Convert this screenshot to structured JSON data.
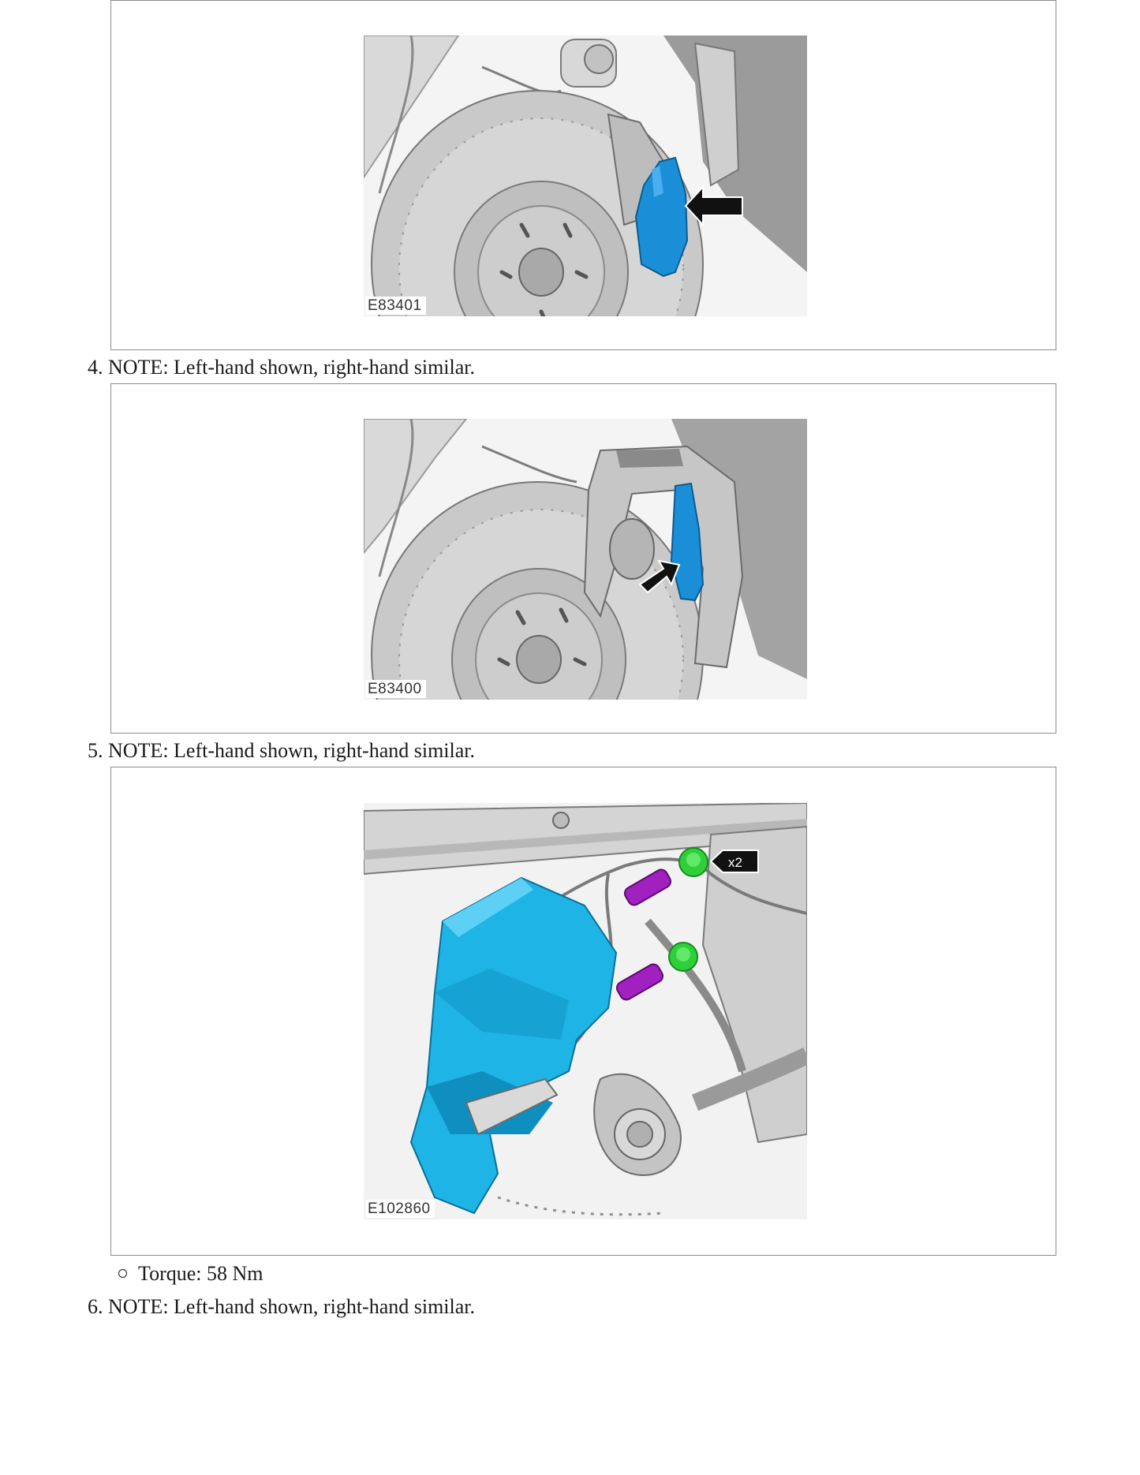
{
  "figures": [
    {
      "code": "E83401",
      "description_icon": "brake-pad-removal-outer-illustration"
    },
    {
      "code": "E83400",
      "description_icon": "brake-pad-removal-inner-illustration"
    },
    {
      "code": "E102860",
      "description_icon": "brake-caliper-guide-pin-bolts-illustration",
      "callout": "x2"
    }
  ],
  "steps": [
    {
      "number": "4.",
      "text": "NOTE: Left-hand shown, right-hand similar."
    },
    {
      "number": "5.",
      "text": "NOTE: Left-hand shown, right-hand similar."
    },
    {
      "number": "6.",
      "text": "NOTE: Left-hand shown, right-hand similar."
    }
  ],
  "torque": {
    "label": "Torque:",
    "value": "58 Nm"
  },
  "colors": {
    "part_highlight": "#1a8fd8",
    "caliper": "#1fb4e6",
    "guide_pin": "#a020c0",
    "bolt_cap": "#2fcf3a",
    "arrow": "#111111"
  }
}
